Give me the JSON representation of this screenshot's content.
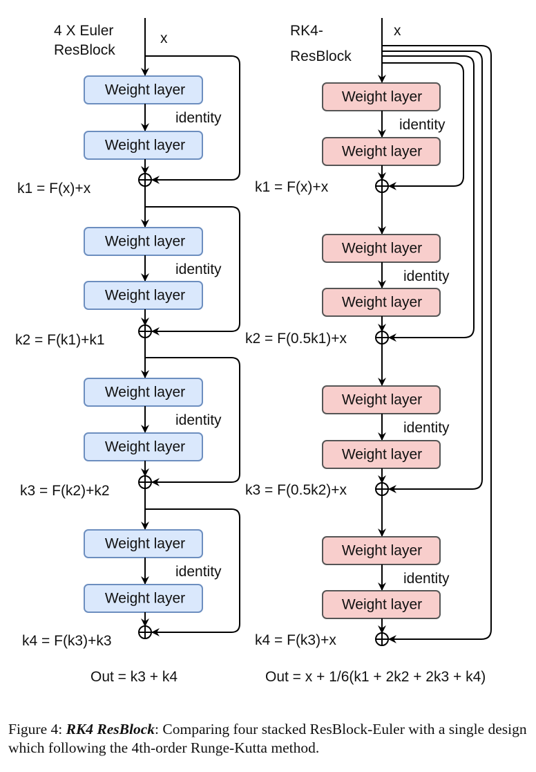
{
  "left": {
    "title_line1": "4 X Euler",
    "title_line2": "ResBlock",
    "input_label": "x",
    "box_label": "Weight layer",
    "identity_label": "identity",
    "box_fill": "#dae8fc",
    "box_stroke": "#6c8ebf",
    "stages": [
      {
        "equation": "k1 = F(x)+x"
      },
      {
        "equation": "k2 = F(k1)+k1"
      },
      {
        "equation": "k3 = F(k2)+k2"
      },
      {
        "equation": "k4 = F(k3)+k3"
      }
    ],
    "output": "Out = k3 + k4"
  },
  "right": {
    "title_line1": "RK4-",
    "title_line2": "ResBlock",
    "input_label": "x",
    "box_label": "Weight layer",
    "identity_label": "identity",
    "box_fill": "#f8cecc",
    "box_stroke": "#555555",
    "stages": [
      {
        "equation": "k1 = F(x)+x"
      },
      {
        "equation": "k2 = F(0.5k1)+x"
      },
      {
        "equation": "k3 = F(0.5k2)+x"
      },
      {
        "equation": "k4 = F(k3)+x"
      }
    ],
    "output": "Out = x + 1/6(k1 + 2k2 + 2k3 + k4)"
  },
  "caption": {
    "prefix": "Figure 4: ",
    "bold_title": "RK4 ResBlock",
    "text": ": Comparing four stacked ResBlock-Euler with a single design which following the 4th-order Runge-Kutta method."
  }
}
